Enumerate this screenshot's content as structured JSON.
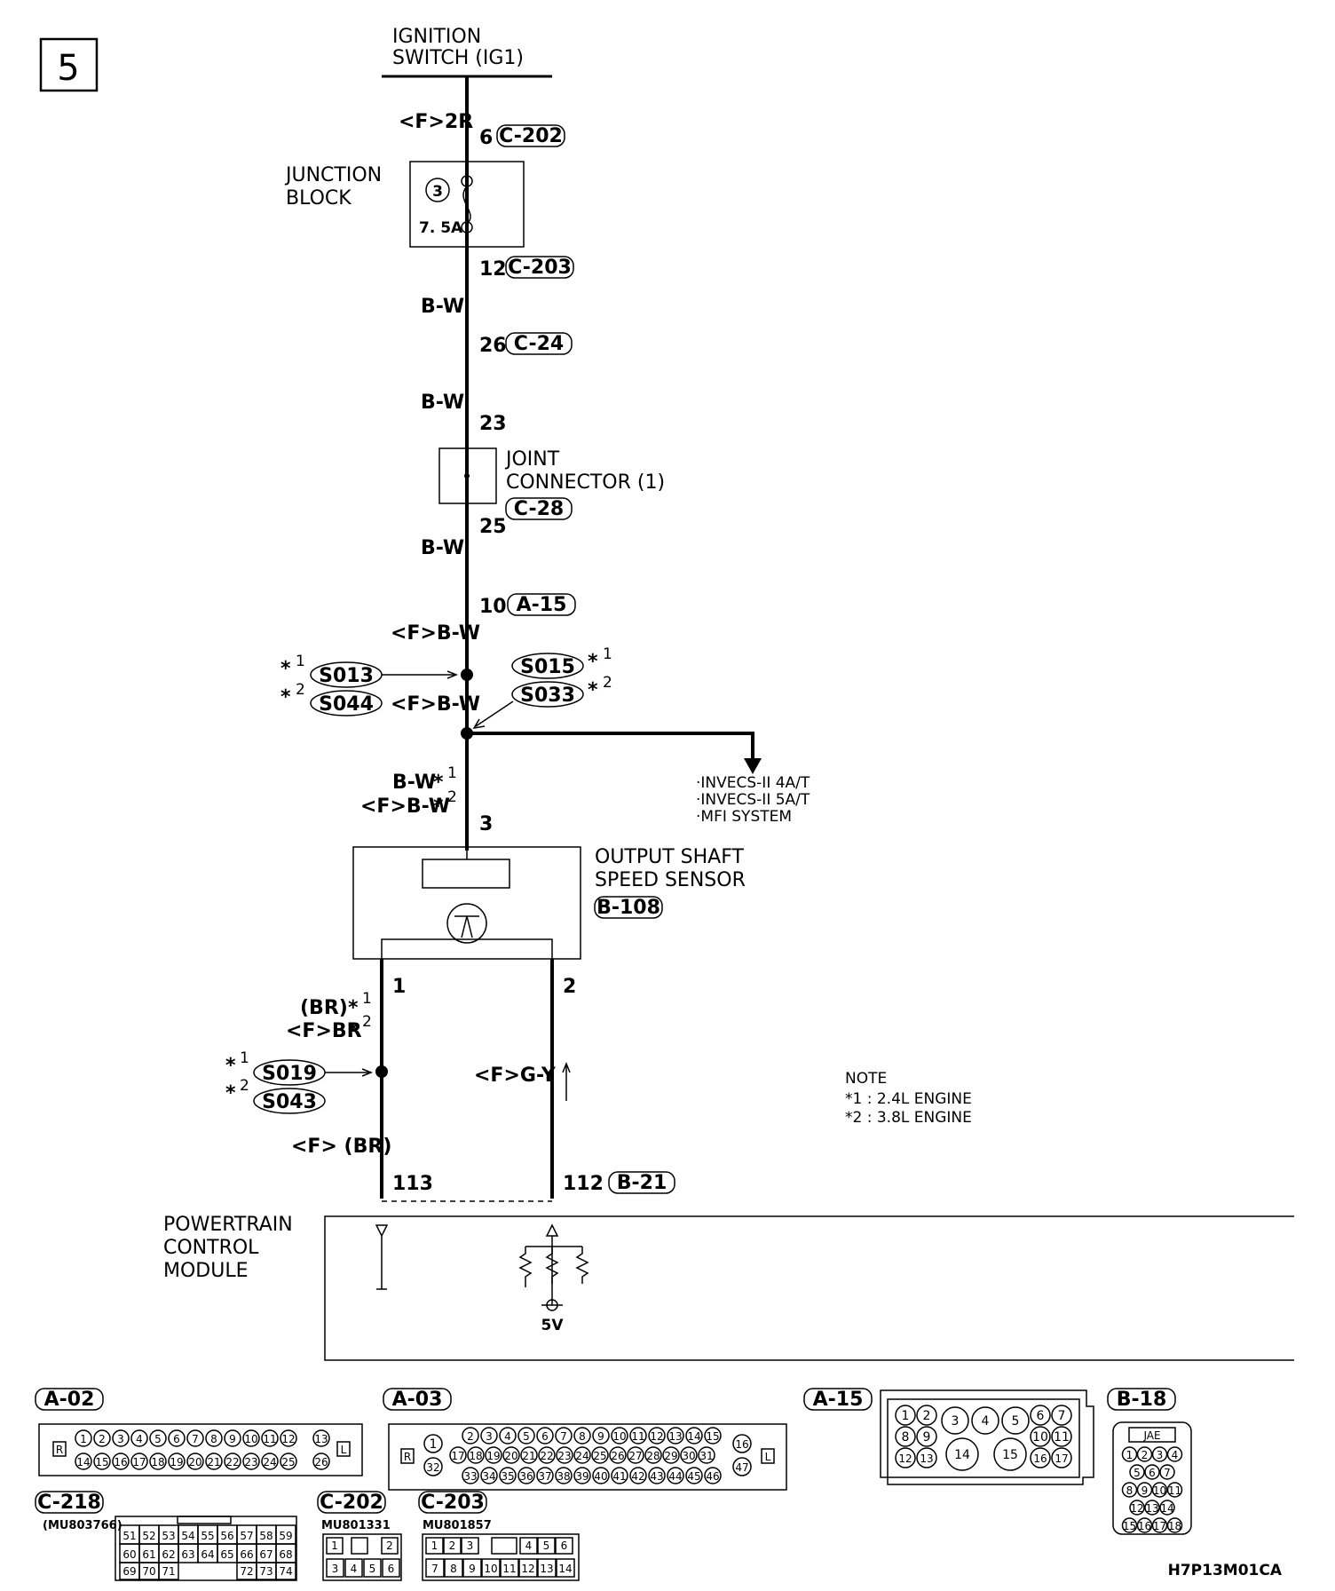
{
  "page_number": "5",
  "drawing_code": "H7P13M01CA",
  "components": {
    "ignition_switch": [
      "IGNITION",
      "SWITCH (IG1)"
    ],
    "junction_block": {
      "label": [
        "JUNCTION",
        "BLOCK"
      ],
      "fuse_number": "3",
      "fuse_rating": "7. 5A"
    },
    "joint_connector": {
      "label": [
        "JOINT",
        "CONNECTOR (1)"
      ],
      "connector": "C-28"
    },
    "output_shaft_sensor": {
      "label": [
        "OUTPUT SHAFT",
        "SPEED SENSOR"
      ],
      "connector": "B-108"
    },
    "pcm": {
      "label": [
        "POWERTRAIN",
        "CONTROL",
        "MODULE"
      ],
      "voltage": "5V"
    }
  },
  "connector_refs": {
    "c202": "C-202",
    "c203": "C-203",
    "c24": "C-24",
    "a15": "A-15",
    "b21": "B-21"
  },
  "pins": {
    "c202_pin": "6",
    "c203_pin": "12",
    "c24_pin": "26",
    "jc_in": "23",
    "jc_out": "25",
    "a15_pin": "10",
    "sensor_pin3": "3",
    "sensor_pin1": "1",
    "sensor_pin2": "2",
    "pcm_pin113": "113",
    "pcm_pin112": "112"
  },
  "wire_labels": {
    "f_2r": "<F>2R",
    "bw_1": "B-W",
    "bw_2": "B-W",
    "bw_3": "B-W",
    "f_bw_1": "<F>B-W",
    "f_bw_2": "<F>B-W",
    "bw_star1": "B-W",
    "f_bw_star2": "<F>B-W",
    "br_star1": "(BR)",
    "f_br_star2": "<F>BR",
    "f_gy": "<F>G-Y",
    "f_br": "<F> (BR)"
  },
  "splices": {
    "s013": "S013",
    "s044": "S044",
    "s015": "S015",
    "s033": "S033",
    "s019": "S019",
    "s043": "S043"
  },
  "stars": {
    "star": "*",
    "one": "1",
    "two": "2"
  },
  "branch_to": [
    "·INVECS-II 4A/T",
    "·INVECS-II 5A/T",
    "·MFI SYSTEM"
  ],
  "note": {
    "title": "NOTE",
    "lines": [
      "*1 :  2.4L ENGINE",
      "*2 :  3.8L ENGINE"
    ]
  },
  "connector_views": {
    "a02": {
      "title": "A-02",
      "pins_top": [
        "1",
        "2",
        "3",
        "4",
        "5",
        "6",
        "7",
        "8",
        "9",
        "10",
        "11",
        "12",
        "13"
      ],
      "pins_bottom": [
        "14",
        "15",
        "16",
        "17",
        "18",
        "19",
        "20",
        "21",
        "22",
        "23",
        "24",
        "25",
        "26"
      ],
      "left_mark": "R",
      "right_mark": "L"
    },
    "a03": {
      "title": "A-03",
      "pins_top": [
        "2",
        "3",
        "4",
        "5",
        "6",
        "7",
        "8",
        "9",
        "10",
        "11",
        "12",
        "13",
        "14",
        "15"
      ],
      "pins_bottom": [
        "33",
        "34",
        "35",
        "36",
        "37",
        "38",
        "39",
        "40",
        "41",
        "42",
        "43",
        "44",
        "45",
        "46"
      ],
      "pins_mid": [
        "17",
        "18",
        "19",
        "20",
        "21",
        "22",
        "23",
        "24",
        "25",
        "26",
        "27",
        "28",
        "29",
        "30",
        "31"
      ],
      "left_a": "1",
      "left_b": "32",
      "right_a": "16",
      "right_b": "47",
      "left_mark": "R",
      "right_mark": "L"
    },
    "a15": {
      "title": "A-15",
      "row1": [
        "1",
        "2",
        "3",
        "4",
        "5",
        "6",
        "7"
      ],
      "row2": [
        "8",
        "9",
        "10",
        "11"
      ],
      "row3": [
        "12",
        "13",
        "14",
        "15",
        "16",
        "17"
      ]
    },
    "b18": {
      "title": "B-18",
      "header": "JAE",
      "rows": [
        [
          "1",
          "2",
          "3",
          "4"
        ],
        [
          "5",
          "6",
          "7"
        ],
        [
          "8",
          "9",
          "10",
          "11"
        ],
        [
          "12",
          "13",
          "14"
        ],
        [
          "15",
          "16",
          "17",
          "18"
        ]
      ]
    },
    "c218": {
      "title": "C-218",
      "part": "(MU803766)",
      "row1": [
        "51",
        "52",
        "53",
        "54",
        "55",
        "56",
        "57",
        "58",
        "59"
      ],
      "row2": [
        "60",
        "61",
        "62",
        "63",
        "64",
        "65",
        "66",
        "67",
        "68"
      ],
      "row3": [
        "69",
        "70",
        "71",
        "72",
        "73",
        "74"
      ]
    },
    "c202": {
      "title": "C-202",
      "part": "MU801331",
      "row1": [
        "1",
        "2"
      ],
      "row2": [
        "3",
        "4",
        "5",
        "6"
      ]
    },
    "c203": {
      "title": "C-203",
      "part": "MU801857",
      "row1": [
        "1",
        "2",
        "3",
        "4",
        "5",
        "6"
      ],
      "row2": [
        "7",
        "8",
        "9",
        "10",
        "11",
        "12",
        "13",
        "14"
      ]
    }
  }
}
